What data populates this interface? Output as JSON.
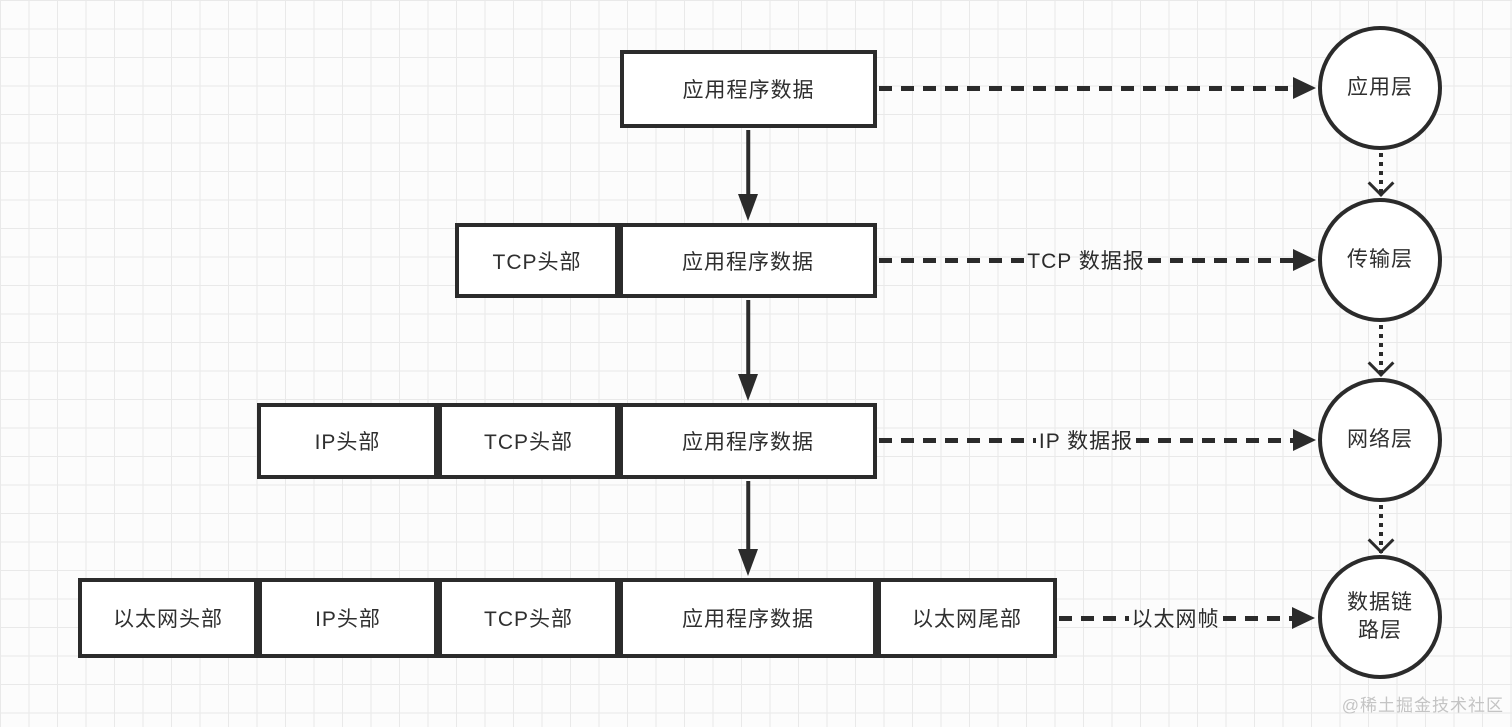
{
  "diagram": {
    "description_colors": {
      "stroke": "#2b2b2b",
      "box_fill": "#ffffff",
      "grid_line": "#e9e9e9",
      "canvas_bg": "#fcfcfc",
      "watermark_text": "#c4c4c4"
    },
    "rows": [
      {
        "boxes": [
          "应用程序数据"
        ],
        "edge_label": "",
        "layer": "应用层"
      },
      {
        "boxes": [
          "TCP头部",
          "应用程序数据"
        ],
        "edge_label": "TCP 数据报",
        "layer": "传输层"
      },
      {
        "boxes": [
          "IP头部",
          "TCP头部",
          "应用程序数据"
        ],
        "edge_label": "IP 数据报",
        "layer": "网络层"
      },
      {
        "boxes": [
          "以太网头部",
          "IP头部",
          "TCP头部",
          "应用程序数据",
          "以太网尾部"
        ],
        "edge_label": "以太网帧",
        "layer": "数据链路层"
      }
    ],
    "layers": [
      "应用层",
      "传输层",
      "网络层",
      "数据链路层"
    ]
  },
  "watermark": "@稀土掘金技术社区"
}
